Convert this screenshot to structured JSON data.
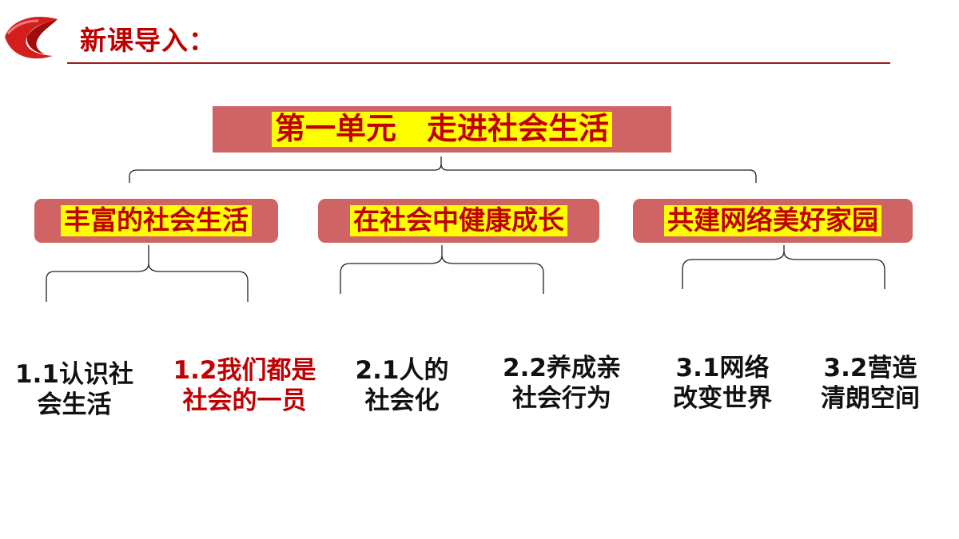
{
  "header": {
    "title": "新课导入："
  },
  "diagram": {
    "root": "第一单元　走进社会生活",
    "branches": [
      {
        "label": "丰富的社会生活"
      },
      {
        "label": "在社会中健康成长"
      },
      {
        "label": "共建网络美好家园"
      }
    ],
    "leaves": [
      {
        "line1": "1.1认识社",
        "line2": "会生活",
        "highlighted": false
      },
      {
        "line1": "1.2我们都是",
        "line2": "社会的一员",
        "highlighted": true
      },
      {
        "line1": "2.1人的",
        "line2": "社会化",
        "highlighted": false
      },
      {
        "line1": "2.2养成亲",
        "line2": "社会行为",
        "highlighted": false
      },
      {
        "line1": "3.1网络",
        "line2": "改变世界",
        "highlighted": false
      },
      {
        "line1": "3.2营造",
        "line2": "清朗空间",
        "highlighted": false
      }
    ]
  },
  "colors": {
    "accent": "#c00000",
    "box_frame": "#d06464",
    "box_fill": "#ffff00",
    "text": "#111111"
  }
}
